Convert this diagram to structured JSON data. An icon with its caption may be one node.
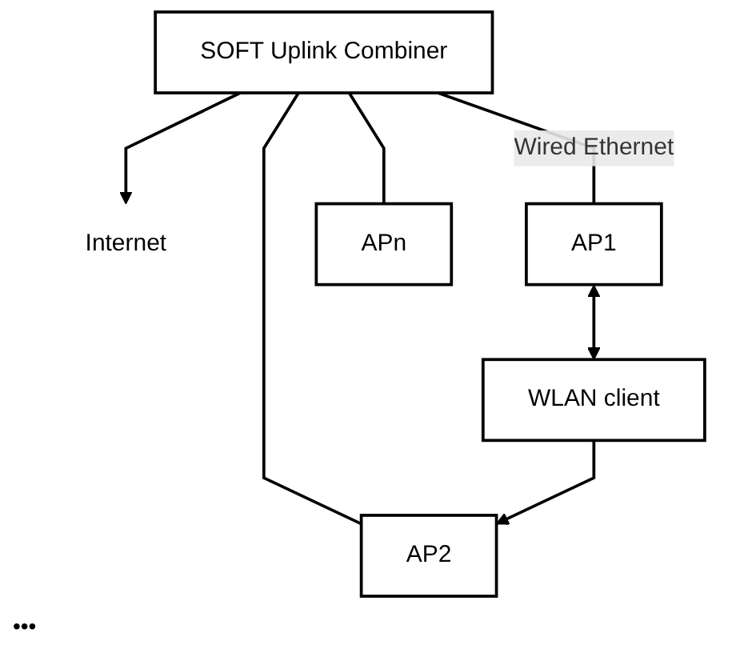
{
  "diagram": {
    "nodes": [
      {
        "text": [
          "SOFT Uplink Combiner"
        ]
      },
      {
        "text": [
          "Internet"
        ]
      },
      {
        "text": [
          "AP1"
        ]
      },
      {
        "text": [
          "AP2"
        ]
      },
      {
        "text": [
          "APn"
        ]
      },
      {
        "text": [
          "WLAN client"
        ]
      }
    ],
    "edges": [
      {
        "from": 0,
        "to": 1,
        "arrow": "to"
      },
      {
        "from": 0,
        "to": 2,
        "arrow": "none",
        "label": "Wired Ethernet"
      },
      {
        "from": 0,
        "to": 3,
        "arrow": "none"
      },
      {
        "from": 0,
        "to": 4,
        "arrow": "none"
      },
      {
        "from": 2,
        "to": 5,
        "arrow": "both"
      },
      {
        "from": 5,
        "to": 3,
        "arrow": "to"
      }
    ],
    "labels": [
      "•••"
    ]
  }
}
